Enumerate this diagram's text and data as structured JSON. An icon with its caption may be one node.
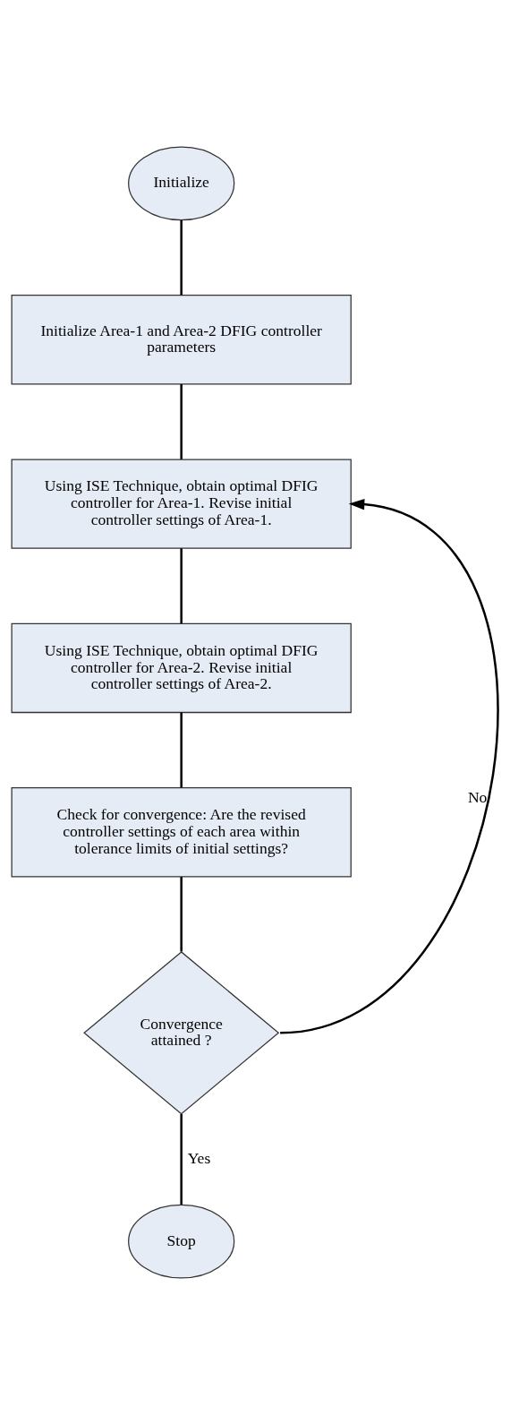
{
  "diagram": {
    "nodes": [
      {
        "text": [
          "Initialize"
        ]
      },
      {
        "text": [
          "Initialize Area-1 and Area-2 DFIG controller parameters"
        ]
      },
      {
        "text": [
          "Using ISE Technique, obtain optimal DFIG controller for Area-1. Revise initial controller settings of Area-1."
        ]
      },
      {
        "text": [
          "Using ISE Technique, obtain optimal DFIG controller for Area-2. Revise initial controller settings of Area-2."
        ]
      },
      {
        "text": [
          "Check for convergence: Are the revised controller settings of each area within tolerance limits of initial settings?"
        ]
      },
      {
        "text": [
          "Convergence attained ?"
        ]
      },
      {
        "text": [
          "Stop"
        ]
      }
    ],
    "edges": [
      {
        "from": 0,
        "to": 1,
        "arrow": "none"
      },
      {
        "from": 1,
        "to": 2,
        "arrow": "none"
      },
      {
        "from": 2,
        "to": 3,
        "arrow": "none"
      },
      {
        "from": 3,
        "to": 4,
        "arrow": "none"
      },
      {
        "from": 4,
        "to": 5,
        "arrow": "none"
      },
      {
        "from": 5,
        "to": 2,
        "arrow": "to",
        "label": "No"
      },
      {
        "from": 5,
        "to": 6,
        "arrow": "none",
        "label": "Yes"
      }
    ]
  }
}
